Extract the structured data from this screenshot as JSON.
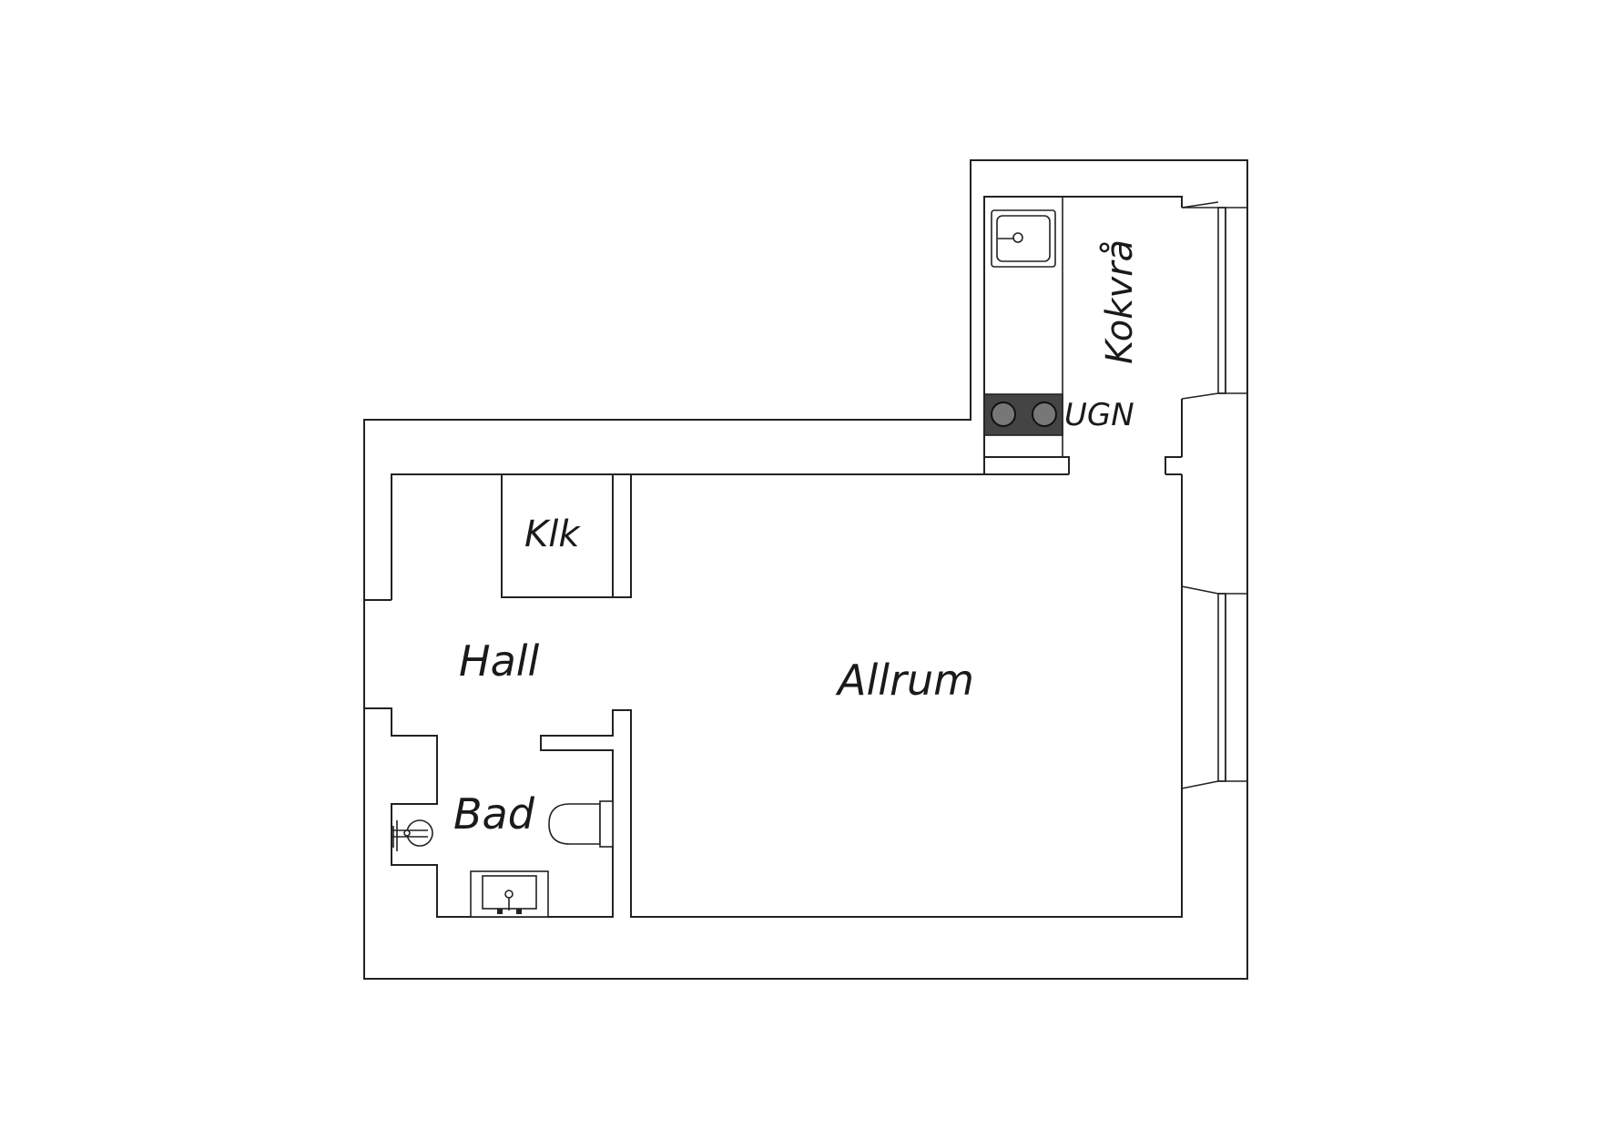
{
  "rooms": {
    "kokvra": "Kokvrå",
    "ugn": "UGN",
    "klk": "Klk",
    "hall": "Hall",
    "allrum": "Allrum",
    "bad": "Bad"
  },
  "colors": {
    "line": "#222222",
    "stove": "#444444",
    "background": "#ffffff"
  }
}
